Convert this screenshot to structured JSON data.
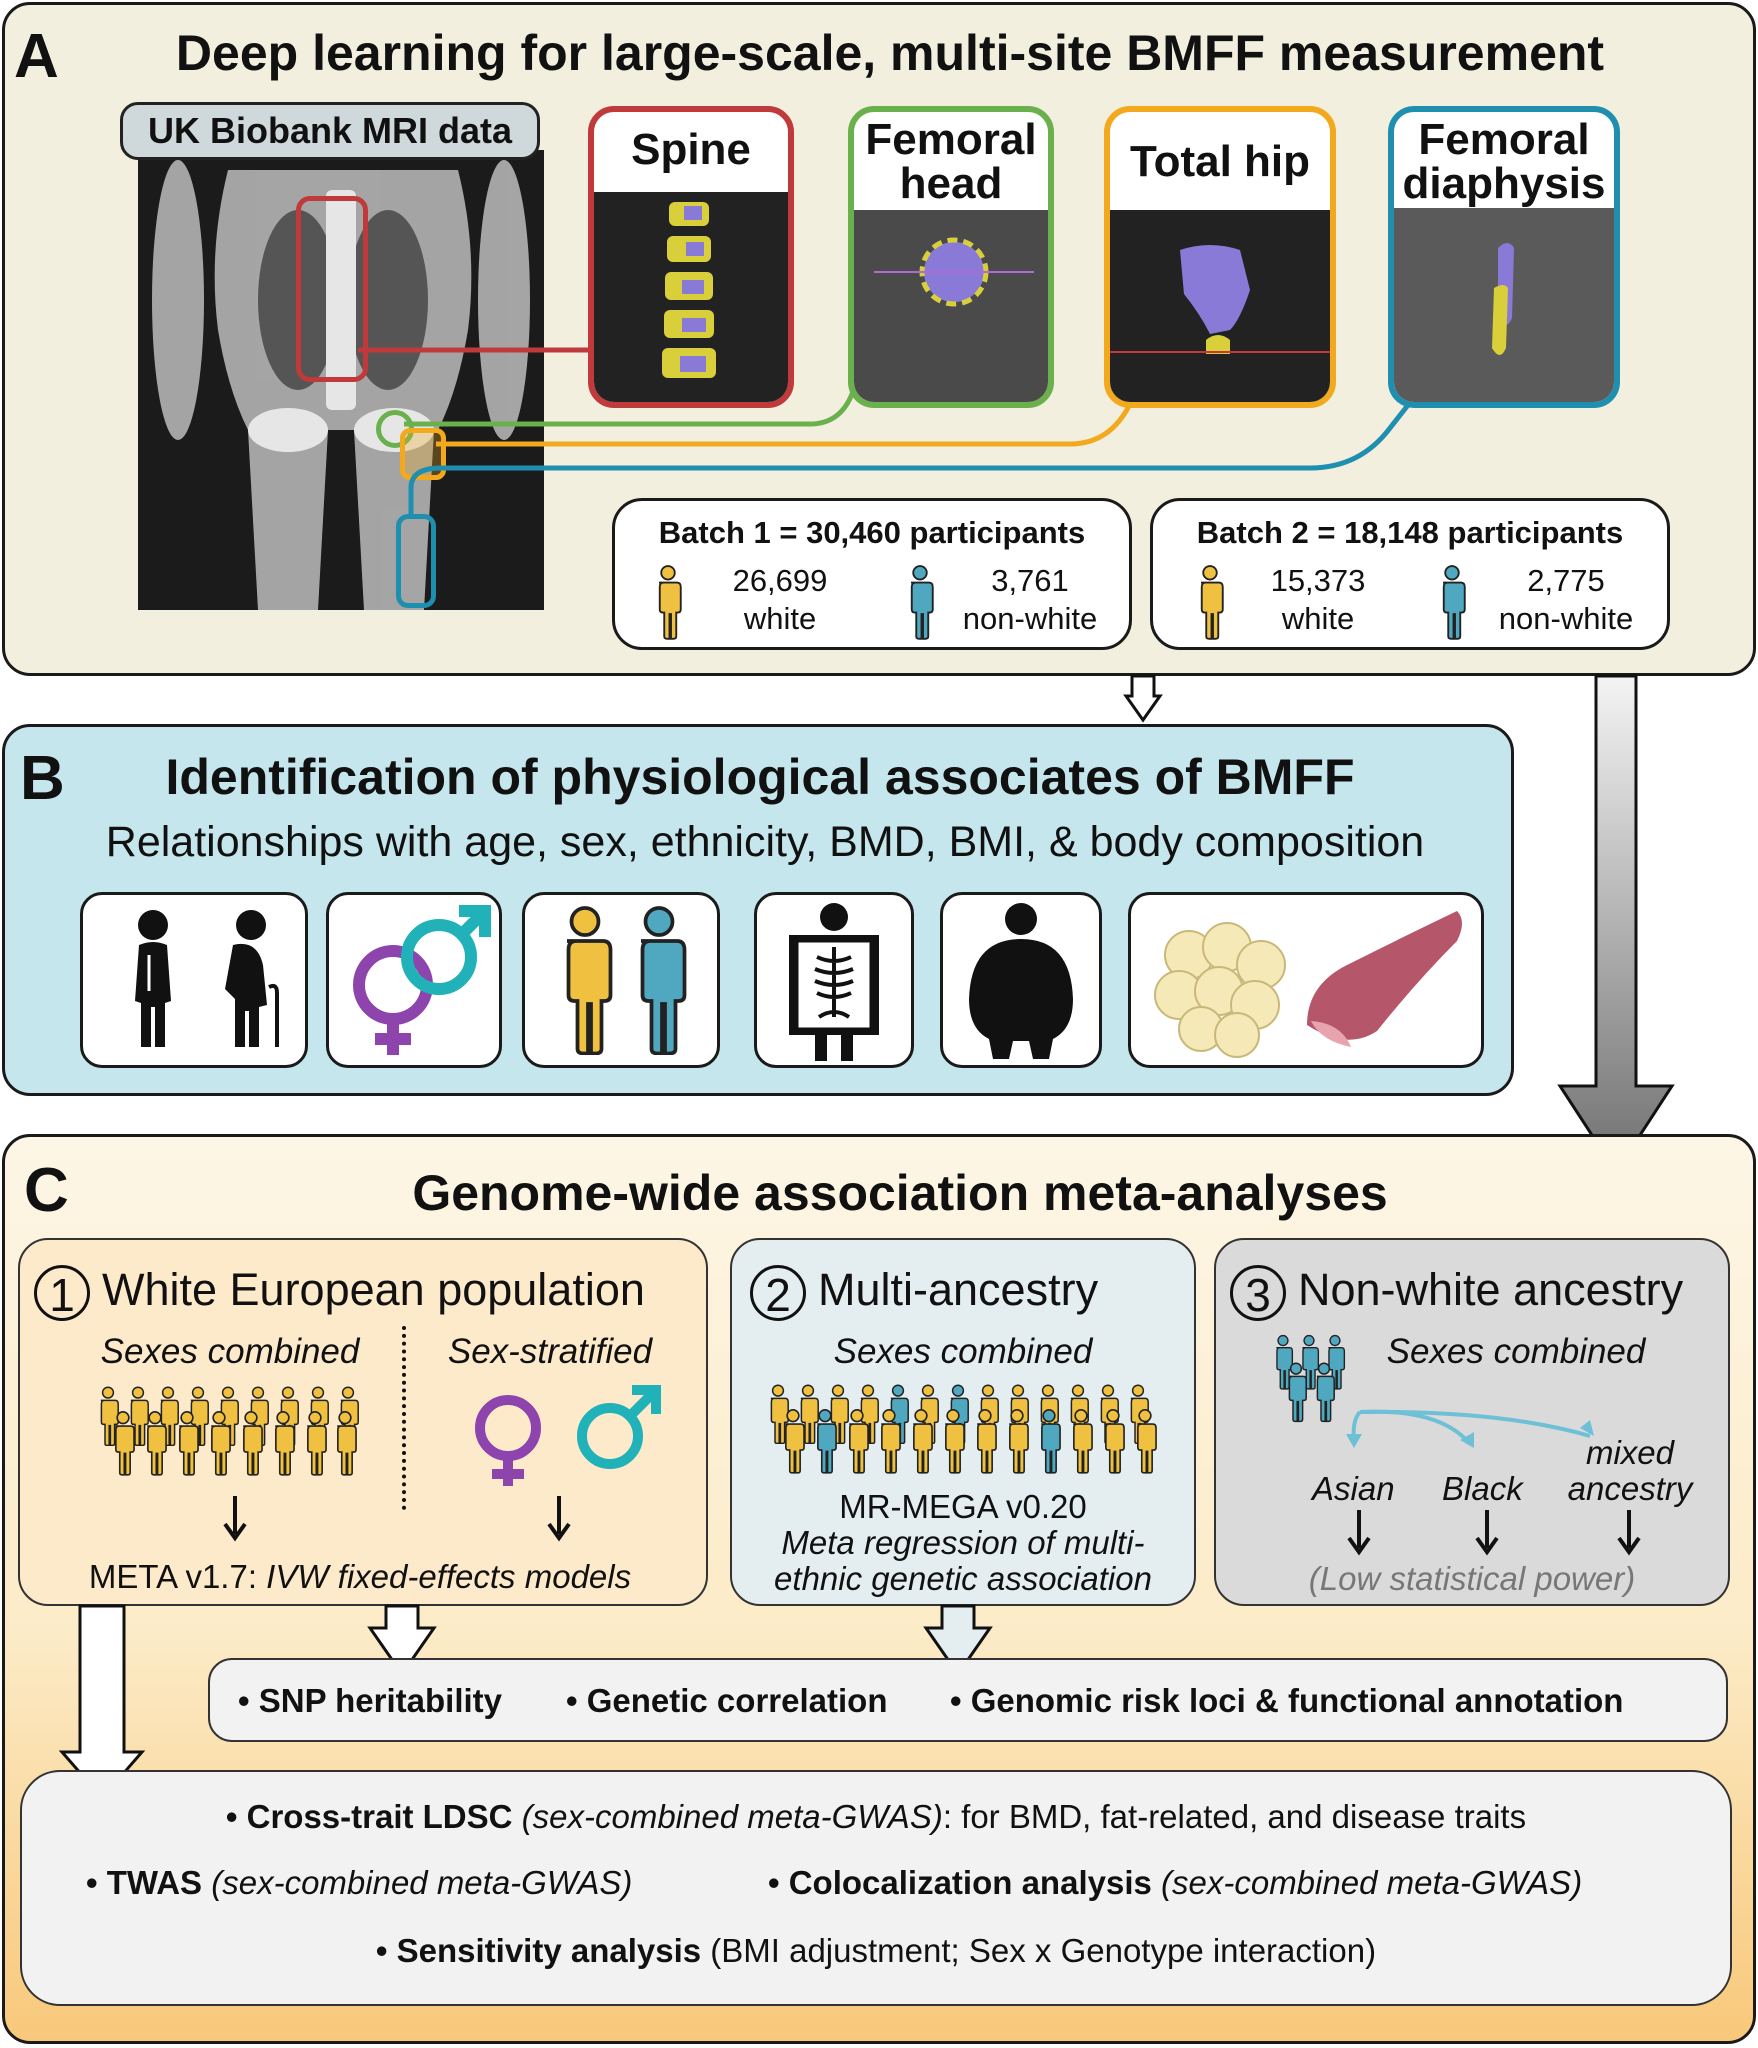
{
  "panel_a": {
    "letter": "A",
    "title": "Deep learning for large-scale, multi-site BMFF measurement",
    "mri_label": "UK Biobank MRI data",
    "regions": [
      {
        "label": "Spine",
        "color": "#c0393b"
      },
      {
        "label": "Femoral head",
        "color": "#6ab04c"
      },
      {
        "label": "Total hip",
        "color": "#f2a91e"
      },
      {
        "label": "Femoral diaphysis",
        "color": "#1f8fb0"
      }
    ],
    "batch1": {
      "title": "Batch 1 = 30,460 participants",
      "white_count": "26,699",
      "white_label": "white",
      "nonwhite_count": "3,761",
      "nonwhite_label": "non-white"
    },
    "batch2": {
      "title": "Batch 2 = 18,148 participants",
      "white_count": "15,373",
      "white_label": "white",
      "nonwhite_count": "2,775",
      "nonwhite_label": "non-white"
    }
  },
  "panel_b": {
    "letter": "B",
    "title": "Identification of physiological associates of BMFF",
    "subtitle": "Relationships with age, sex, ethnicity, BMD, BMI, & body composition",
    "icons": [
      "age-icon",
      "sex-icon",
      "ethnicity-icon",
      "xray-skeleton-icon",
      "obesity-icon",
      "fat-and-muscle-icon"
    ]
  },
  "panel_c": {
    "letter": "C",
    "title": "Genome-wide association meta-analyses",
    "sub1": {
      "number": "1",
      "title": "White European population",
      "left_label": "Sexes combined",
      "right_label": "Sex-stratified",
      "method_plain": "META v1.7: ",
      "method_italic": "IVW fixed-effects models"
    },
    "sub2": {
      "number": "2",
      "title": "Multi-ancestry",
      "label": "Sexes combined",
      "method": "MR-MEGA v0.20",
      "desc1": "Meta regression of multi-",
      "desc2": "ethnic genetic association"
    },
    "sub3": {
      "number": "3",
      "title": "Non-white ancestry",
      "label": "Sexes combined",
      "groups": [
        "Asian",
        "Black",
        "mixed",
        "ancestry"
      ],
      "note": "(Low statistical power)"
    },
    "analyses": [
      "• SNP heritability",
      "• Genetic correlation",
      "• Genomic risk loci & functional annotation"
    ],
    "followup": {
      "l1_bold": "• Cross-trait LDSC",
      "l1_italic": " (sex-combined meta-GWAS)",
      "l1_rest": ": for BMD, fat-related, and disease traits",
      "l2a_bold": "• TWAS",
      "l2a_italic": " (sex-combined meta-GWAS)",
      "l2b_bold": "• Colocalization analysis",
      "l2b_italic": " (sex-combined meta-GWAS)",
      "l3_bold": "• Sensitivity analysis",
      "l3_rest": " (BMI adjustment; Sex x Genotype interaction)"
    }
  },
  "colors": {
    "white_group": "#f0c040",
    "nonwhite_group": "#4fa8c0",
    "female": "#8e44ad",
    "male": "#20b2b8",
    "panel_a_bg": "#f3efdf",
    "panel_b_bg": "#c5e6ec",
    "panel_c_bg_top": "#fdf6e6",
    "panel_c_bg_bottom": "#f8c87a"
  }
}
